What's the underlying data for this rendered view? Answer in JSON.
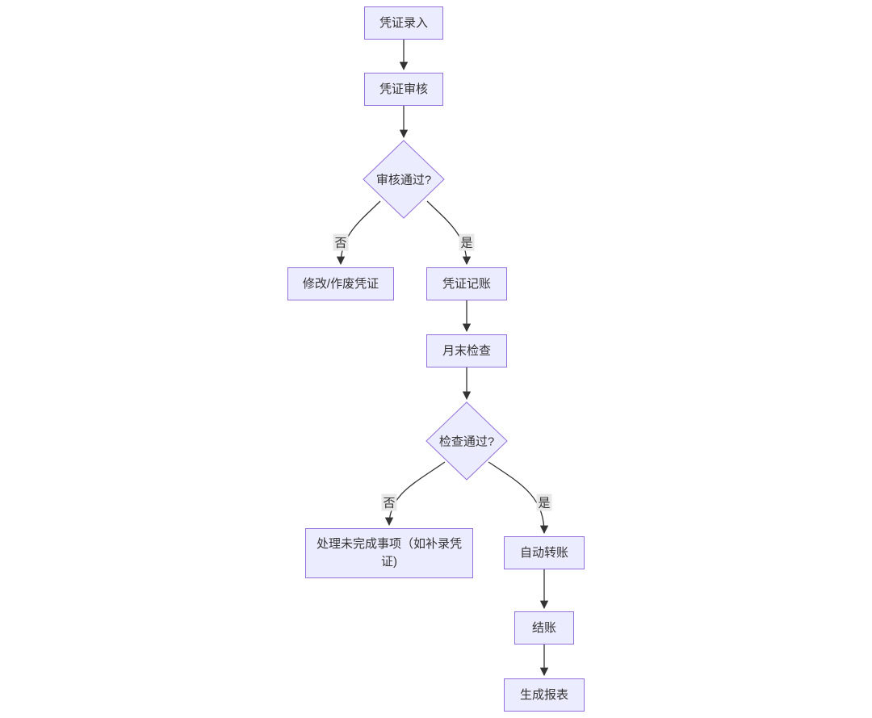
{
  "diagram": {
    "type": "flowchart",
    "direction": "top-down",
    "nodes": [
      {
        "id": "A",
        "shape": "rect",
        "label": "凭证录入"
      },
      {
        "id": "B",
        "shape": "rect",
        "label": "凭证审核"
      },
      {
        "id": "C",
        "shape": "diamond",
        "label": "审核通过?"
      },
      {
        "id": "D",
        "shape": "rect",
        "label": "修改/作废凭证"
      },
      {
        "id": "E",
        "shape": "rect",
        "label": "凭证记账"
      },
      {
        "id": "F",
        "shape": "rect",
        "label": "月末检查"
      },
      {
        "id": "G",
        "shape": "diamond",
        "label": "检查通过?"
      },
      {
        "id": "H",
        "shape": "rect",
        "label": "处理未完成事项（如补录凭证)"
      },
      {
        "id": "I",
        "shape": "rect",
        "label": "自动转账"
      },
      {
        "id": "J",
        "shape": "rect",
        "label": "结账"
      },
      {
        "id": "K",
        "shape": "rect",
        "label": "生成报表"
      }
    ],
    "edges": [
      {
        "from": "A",
        "to": "B",
        "label": ""
      },
      {
        "from": "B",
        "to": "C",
        "label": ""
      },
      {
        "from": "C",
        "to": "D",
        "label": "否"
      },
      {
        "from": "C",
        "to": "E",
        "label": "是"
      },
      {
        "from": "E",
        "to": "F",
        "label": ""
      },
      {
        "from": "F",
        "to": "G",
        "label": ""
      },
      {
        "from": "G",
        "to": "H",
        "label": "否"
      },
      {
        "from": "G",
        "to": "I",
        "label": "是"
      },
      {
        "from": "I",
        "to": "J",
        "label": ""
      },
      {
        "from": "J",
        "to": "K",
        "label": ""
      }
    ],
    "colors": {
      "node_fill": "#ECECFF",
      "node_border": "#9370DB",
      "edge_color": "#333333",
      "text_color": "#333333",
      "edge_label_background": "#e8e8e8",
      "background": "#ffffff"
    }
  }
}
